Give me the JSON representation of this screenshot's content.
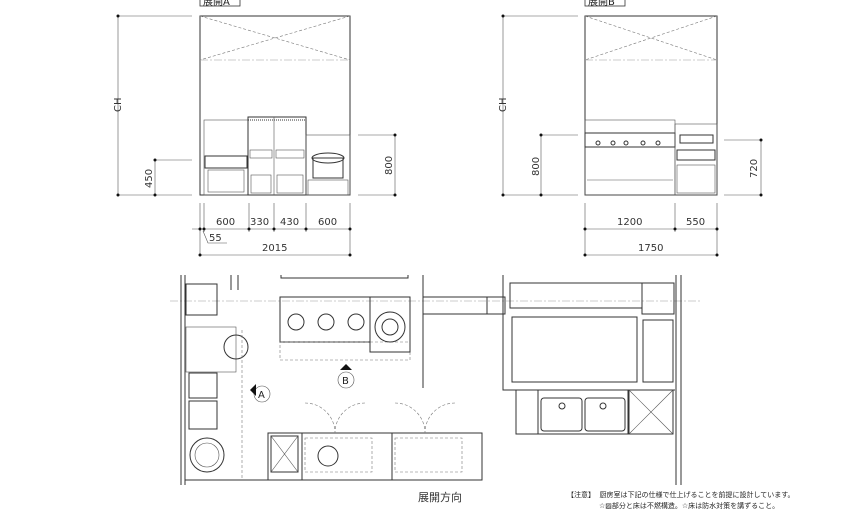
{
  "elevation_a": {
    "title": "展開A",
    "dims": {
      "ch": "CH",
      "h450": "450",
      "h800": "800",
      "w1": "600",
      "w2": "330",
      "w3": "430",
      "w4": "600",
      "offset": "55",
      "total": "2015"
    }
  },
  "elevation_b": {
    "title": "展開B",
    "dims": {
      "ch": "CH",
      "h800": "800",
      "h720": "720",
      "w1": "1200",
      "w2": "550",
      "total": "1750"
    }
  },
  "plan": {
    "marker_a": "A",
    "marker_b": "B",
    "direction_label": "展開方向"
  },
  "notes": {
    "heading": "【注意】",
    "line1": "厨房室は下記の仕様で仕上げることを前提に設計しています。",
    "line2": "☆▨部分と床は不燃構造。☆床は防水対策を講ずること。"
  }
}
